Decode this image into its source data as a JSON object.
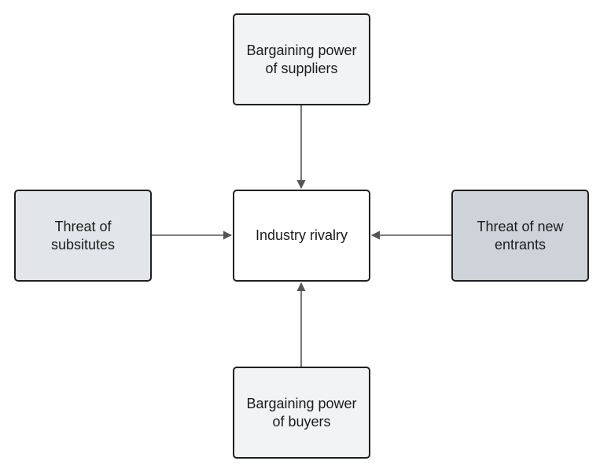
{
  "nodes": {
    "suppliers": {
      "label": "Bargaining power of suppliers"
    },
    "center": {
      "label": "Industry rivalry"
    },
    "substitutes": {
      "label": "Threat of subsitutes"
    },
    "new_entrants": {
      "label": "Threat of new entrants"
    },
    "buyers": {
      "label": "Bargaining power of buyers"
    }
  },
  "edges": [
    {
      "from": "suppliers",
      "to": "center"
    },
    {
      "from": "substitutes",
      "to": "center"
    },
    {
      "from": "new_entrants",
      "to": "center"
    },
    {
      "from": "buyers",
      "to": "center"
    }
  ],
  "colors": {
    "border": "#1f1f1f",
    "arrow": "#555555",
    "suppliers_fill": "#f2f3f5",
    "center_fill": "#ffffff",
    "substitutes_fill": "#e2e5e9",
    "new_entrants_fill": "#ced3da",
    "buyers_fill": "#f2f3f5"
  }
}
